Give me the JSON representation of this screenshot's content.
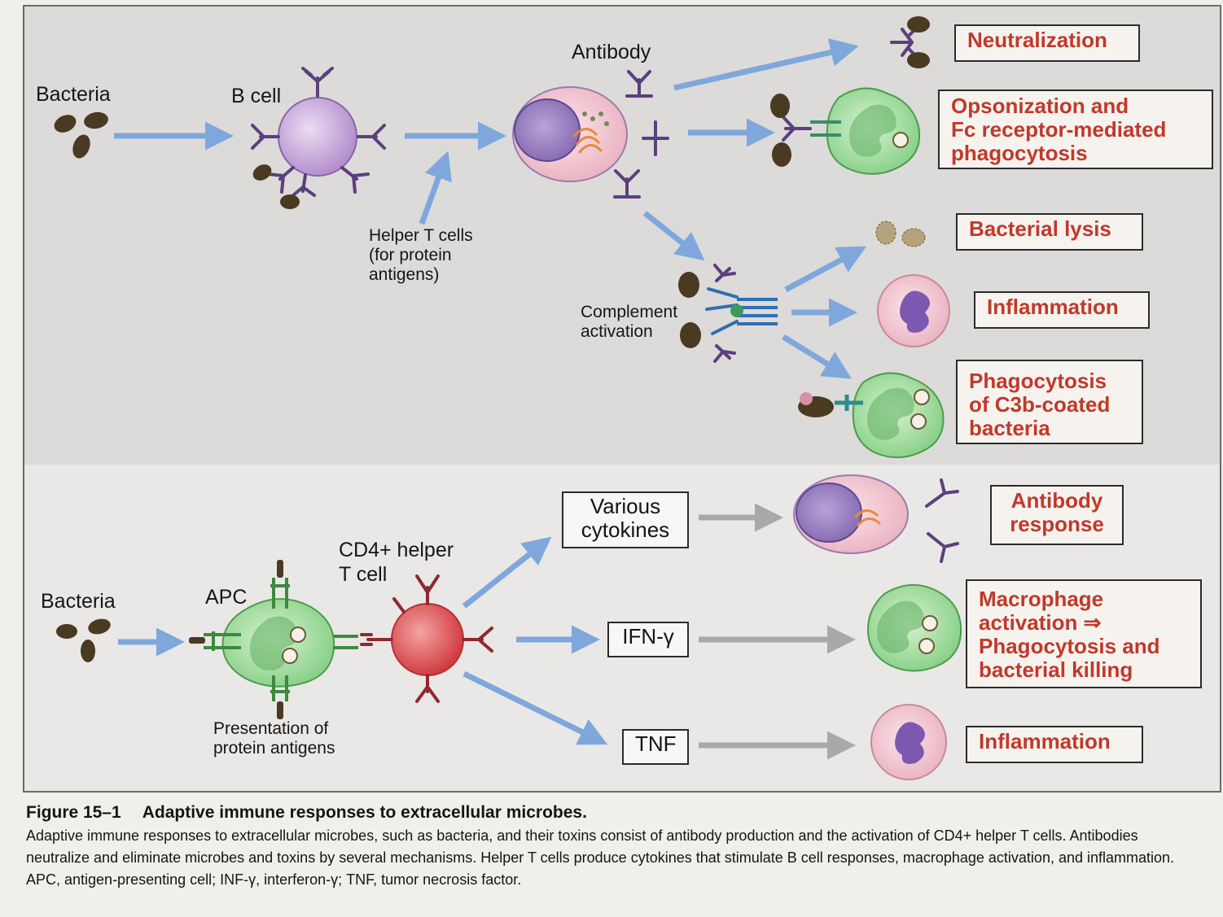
{
  "diagram": {
    "top": {
      "bacteria_label": "Bacteria",
      "bcell_label": "B cell",
      "antibody_label": "Antibody",
      "helper_label_1": "Helper T cells",
      "helper_label_2": "(for protein",
      "helper_label_3": "antigens)",
      "complement_label_1": "Complement",
      "complement_label_2": "activation",
      "outcomes": {
        "neutralization": "Neutralization",
        "opsonization_1": "Opsonization and",
        "opsonization_2": "Fc receptor-mediated",
        "opsonization_3": "phagocytosis",
        "lysis": "Bacterial lysis",
        "inflammation": "Inflammation",
        "phago_c3b_1": "Phagocytosis",
        "phago_c3b_2": "of C3b-coated",
        "phago_c3b_3": "bacteria"
      }
    },
    "bottom": {
      "bacteria_label": "Bacteria",
      "apc_label": "APC",
      "cd4_label_1": "CD4+ helper",
      "cd4_label_2": "T cell",
      "presentation_1": "Presentation of",
      "presentation_2": "protein antigens",
      "cytokines_1": "Various",
      "cytokines_2": "cytokines",
      "ifn": "IFN-γ",
      "tnf": "TNF",
      "outcomes": {
        "antibody_1": "Antibody",
        "antibody_2": "response",
        "macro_1": "Macrophage",
        "macro_2": "activation ⇒",
        "macro_3": "Phagocytosis and",
        "macro_4": "bacterial killing",
        "inflammation": "Inflammation"
      }
    }
  },
  "caption": {
    "figure_number": "Figure 15–1",
    "title": "Adaptive immune responses to extracellular microbes.",
    "body": "Adaptive immune responses to extracellular microbes, such as bacteria, and their toxins consist of antibody production and the activation of CD4+ helper T cells. Antibodies neutralize and eliminate microbes and toxins by several mechanisms. Helper T cells produce cytokines that stimulate B cell responses, macrophage activation, and inflammation. APC, antigen-presenting cell; INF-γ, interferon-γ; TNF, tumor necrosis factor."
  },
  "colors": {
    "outcome_text": "#c0392b",
    "arrow_blue": "#7fa7dc",
    "arrow_gray": "#a9a9a9",
    "bcell": "#c9a6dc",
    "plasma_cell": "#8e6ab8",
    "macrophage": "#9ed99a",
    "neutrophil": "#f1c3cf",
    "t_cell": "#e0585a",
    "antibody": "#5b3f7e",
    "bacteria": "#4a3a22"
  }
}
